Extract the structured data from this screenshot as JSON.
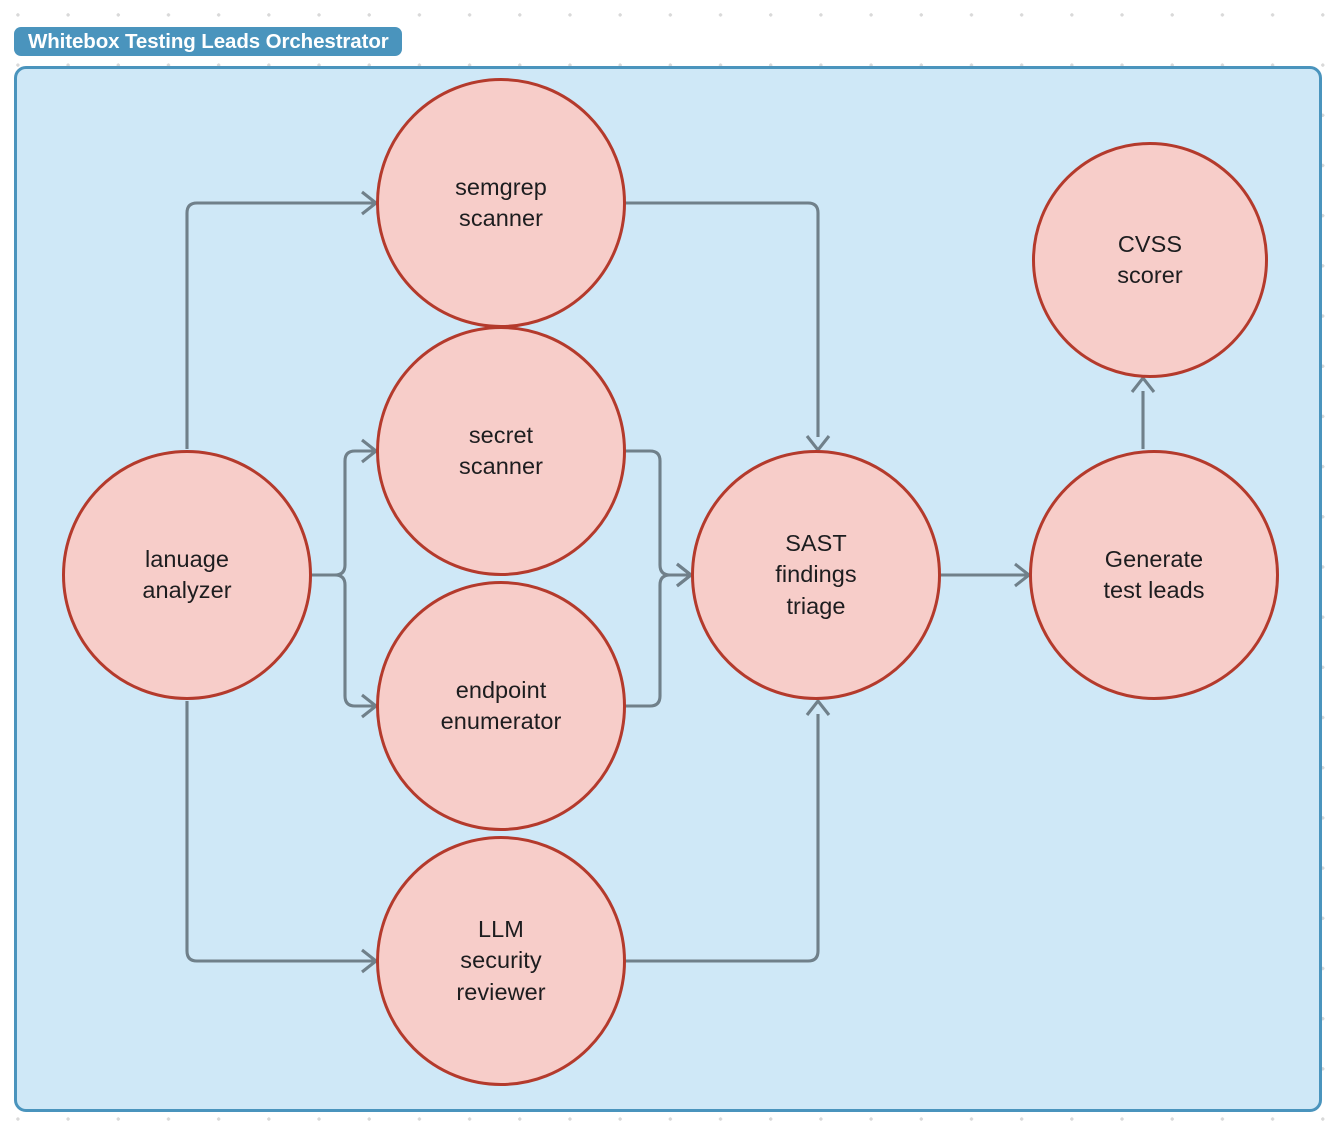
{
  "diagram": {
    "title": "Whitebox Testing Leads Orchestrator",
    "type": "flowchart",
    "direction": "left-to-right",
    "colors": {
      "canvas_background": "#ffffff",
      "canvas_dots": "#d9d9d9",
      "subgraph_fill": "#cfe8f7",
      "subgraph_border": "#4a94bd",
      "title_tab_fill": "#4a94bd",
      "title_tab_text": "#ffffff",
      "node_fill": "#f7cdc9",
      "node_border": "#b43a2c",
      "node_text": "#1d1d1f",
      "edge_stroke": "#70808a"
    },
    "nodes": [
      {
        "id": "language_analyzer",
        "label": "lanuage\nanalyzer",
        "shape": "circle"
      },
      {
        "id": "semgrep_scanner",
        "label": "semgrep\nscanner",
        "shape": "circle"
      },
      {
        "id": "secret_scanner",
        "label": "secret\nscanner",
        "shape": "circle"
      },
      {
        "id": "endpoint_enumerator",
        "label": "endpoint\nenumerator",
        "shape": "circle"
      },
      {
        "id": "llm_security_reviewer",
        "label": "LLM\nsecurity\nreviewer",
        "shape": "circle"
      },
      {
        "id": "sast_findings_triage",
        "label": "SAST\nfindings\ntriage",
        "shape": "circle"
      },
      {
        "id": "generate_test_leads",
        "label": "Generate\ntest leads",
        "shape": "circle"
      },
      {
        "id": "cvss_scorer",
        "label": "CVSS\nscorer",
        "shape": "circle"
      }
    ],
    "edges": [
      {
        "from": "language_analyzer",
        "to": "semgrep_scanner",
        "label": ""
      },
      {
        "from": "language_analyzer",
        "to": "secret_scanner",
        "label": ""
      },
      {
        "from": "language_analyzer",
        "to": "endpoint_enumerator",
        "label": ""
      },
      {
        "from": "language_analyzer",
        "to": "llm_security_reviewer",
        "label": ""
      },
      {
        "from": "semgrep_scanner",
        "to": "sast_findings_triage",
        "label": ""
      },
      {
        "from": "secret_scanner",
        "to": "sast_findings_triage",
        "label": ""
      },
      {
        "from": "endpoint_enumerator",
        "to": "sast_findings_triage",
        "label": ""
      },
      {
        "from": "llm_security_reviewer",
        "to": "sast_findings_triage",
        "label": ""
      },
      {
        "from": "sast_findings_triage",
        "to": "generate_test_leads",
        "label": ""
      },
      {
        "from": "generate_test_leads",
        "to": "cvss_scorer",
        "label": ""
      }
    ]
  }
}
